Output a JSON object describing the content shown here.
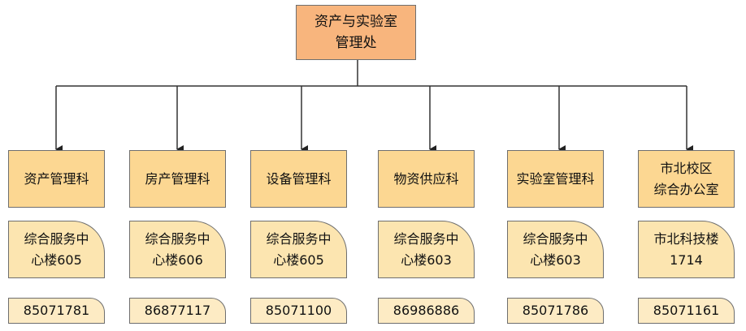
{
  "root": {
    "label": "资产与实验室\n管理处"
  },
  "columns": [
    {
      "dept": "资产管理科",
      "office": "综合服务中\n心楼605",
      "phone": "85071781"
    },
    {
      "dept": "房产管理科",
      "office": "综合服务中\n心楼606",
      "phone": "86877117"
    },
    {
      "dept": "设备管理科",
      "office": "综合服务中\n心楼605",
      "phone": "85071100"
    },
    {
      "dept": "物资供应科",
      "office": "综合服务中\n心楼603",
      "phone": "86986886"
    },
    {
      "dept": "实验室管理科",
      "office": "综合服务中\n心楼603",
      "phone": "85071786"
    },
    {
      "dept": "市北校区\n综合办公室",
      "office": "市北科技楼\n1714",
      "phone": "85071161"
    }
  ]
}
